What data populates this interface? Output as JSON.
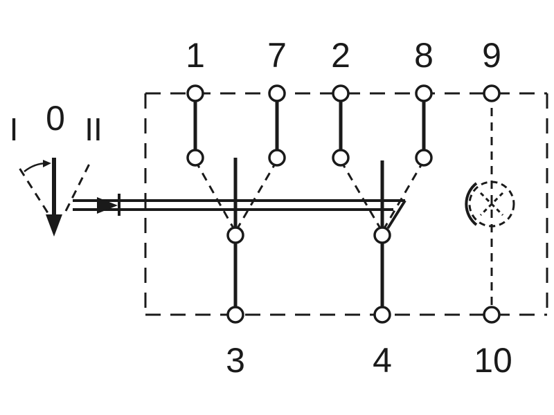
{
  "diagram": {
    "top_terminals": [
      "1",
      "7",
      "2",
      "8",
      "9"
    ],
    "bottom_terminals": [
      "3",
      "4",
      "10"
    ],
    "switch_positions": [
      "I",
      "0",
      "II"
    ],
    "colors": {
      "line": "#1a1a1a",
      "background": "#ffffff"
    },
    "icons": [
      "lamp-icon",
      "actuator-arrow-icon",
      "lever-icon"
    ]
  }
}
